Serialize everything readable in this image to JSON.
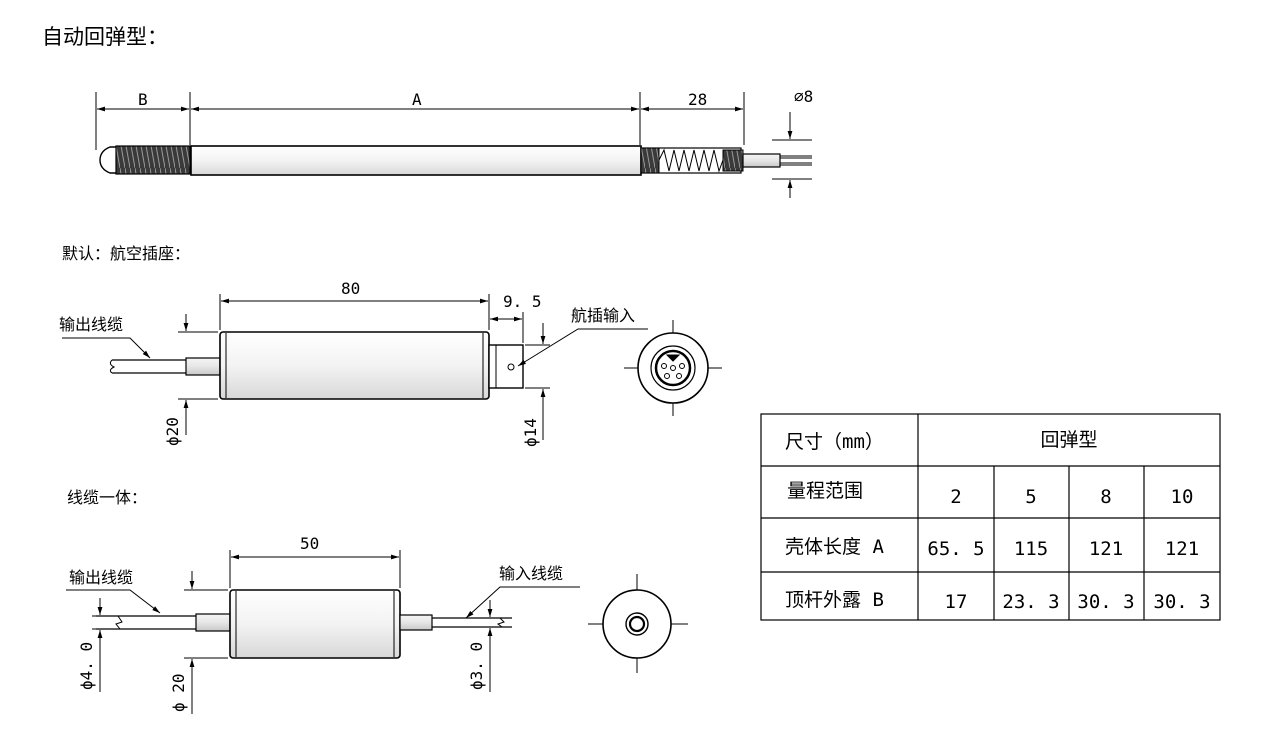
{
  "title": "自动回弹型：",
  "section_default": "默认：航空插座：",
  "section_integrated": "线缆一体：",
  "drawing1": {
    "dim_b": "B",
    "dim_a": "A",
    "dim_28": "28",
    "dim_dia": "⌀8"
  },
  "drawing2": {
    "output_cable": "输出线缆",
    "dim_length": "80",
    "dim_plug": "9. 5",
    "connector_label": "航插输入",
    "dim_body_dia": "ϕ20",
    "dim_plug_dia": "ϕ14"
  },
  "drawing3": {
    "output_cable": "输出线缆",
    "input_cable": "输入线缆",
    "dim_length": "50",
    "dim_out_dia": "ϕ4. 0",
    "dim_body_dia": "ϕ 20",
    "dim_in_dia": "ϕ3. 0"
  },
  "table": {
    "header_label": "尺寸（mm）",
    "header_group": "回弹型",
    "rows": [
      {
        "label": "量程范围",
        "values": [
          "2",
          "5",
          "8",
          "10"
        ]
      },
      {
        "label": "壳体长度 A",
        "values": [
          "65. 5",
          "115",
          "121",
          "121"
        ]
      },
      {
        "label": "顶杆外露 B",
        "values": [
          "17",
          "23. 3",
          "30. 3",
          "30. 3"
        ]
      }
    ]
  }
}
